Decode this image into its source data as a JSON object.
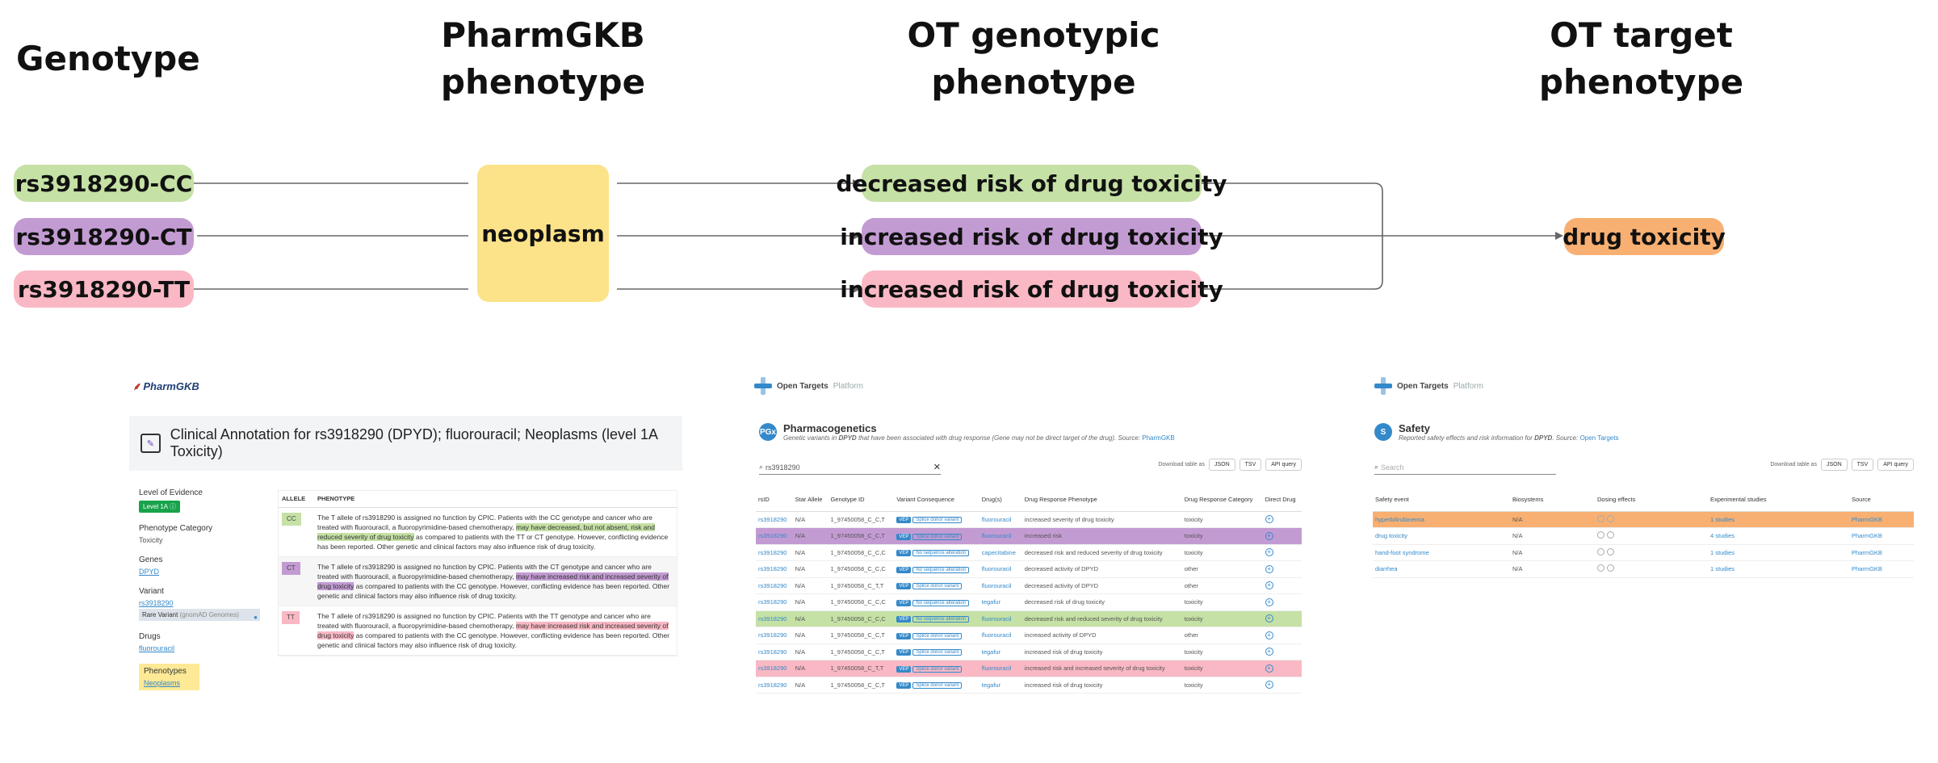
{
  "colors": {
    "green": "#c5e1a5",
    "purple": "#c39bd3",
    "pink": "#f9b8c4",
    "yellow": "#fce38a",
    "orange": "#f7b072",
    "blue": "#3489ca",
    "pharmgkb_red": "#c0392b"
  },
  "headers": {
    "genotype": "Genotype",
    "pharmgkb": [
      "PharmGKB",
      "phenotype"
    ],
    "ot_genotypic": [
      "OT genotypic",
      "phenotype"
    ],
    "ot_target": [
      "OT target",
      "phenotype"
    ]
  },
  "flow": {
    "genotypes": [
      "rs3918290-CC",
      "rs3918290-CT",
      "rs3918290-TT"
    ],
    "pharmgkb_phenotype": "neoplasm",
    "ot_genotypic": [
      "decreased risk of drug toxicity",
      "increased risk of drug toxicity",
      "increased risk of drug toxicity"
    ],
    "ot_target": "drug toxicity"
  },
  "pharmgkb_panel": {
    "logo": "PharmGKB",
    "title": "Clinical Annotation for rs3918290 (DPYD); fluorouracil; Neoplasms (level 1A Toxicity)",
    "level_label": "Level of Evidence",
    "level_value": "Level 1A",
    "category_label": "Phenotype Category",
    "category_value": "Toxicity",
    "genes_label": "Genes",
    "genes_value": "DPYD",
    "variant_label": "Variant",
    "variant_value": "rs3918290",
    "rare_variant": "Rare Variant",
    "rare_variant_note": "(gnomAD Genomes)",
    "drugs_label": "Drugs",
    "drugs_value": "fluorouracil",
    "phenotypes_label": "Phenotypes",
    "phenotypes_value": "Neoplasms",
    "table_headers": [
      "ALLELE",
      "PHENOTYPE"
    ],
    "rows": [
      {
        "allele": "CC",
        "pre": "The T allele of rs3918290 is assigned no function by CPIC. Patients with the CC genotype and cancer who are treated with fluorouracil, a fluoropyrimidine-based chemotherapy, ",
        "hl": "may have decreased, but not absent, risk and reduced severity of drug toxicity",
        "post": " as compared to patients with the TT or CT genotype. However, conflicting evidence has been reported. Other genetic and clinical factors may also influence risk of drug toxicity."
      },
      {
        "allele": "CT",
        "pre": "The T allele of rs3918290 is assigned no function by CPIC. Patients with the CT genotype and cancer who are treated with fluorouracil, a fluoropyrimidine-based chemotherapy, ",
        "hl": "may have increased risk and increased severity of drug toxicity",
        "post": " as compared to patients with the CC genotype. However, conflicting evidence has been reported. Other genetic and clinical factors may also influence risk of drug toxicity."
      },
      {
        "allele": "TT",
        "pre": "The T allele of rs3918290 is assigned no function by CPIC. Patients with the TT genotype and cancer who are treated with fluorouracil, a fluoropyrimidine-based chemotherapy, ",
        "hl": "may have increased risk and increased severity of drug toxicity",
        "post": " as compared to patients with the CC genotype. However, conflicting evidence has been reported. Other genetic and clinical factors may also influence risk of drug toxicity."
      }
    ]
  },
  "pgx_panel": {
    "logo": "Open Targets",
    "logo_suffix": "Platform",
    "badge": "PGx",
    "section": "Pharmacogenetics",
    "subtitle_pre": "Genetic variants in ",
    "subtitle_gene": "DPYD",
    "subtitle_post": " that have been associated with drug response (Gene may not be direct target of the drug). Source: ",
    "subtitle_source": "PharmGKB",
    "download_label": "Download table as",
    "buttons": [
      "JSON",
      "TSV",
      "API query"
    ],
    "search_value": "rs3918290",
    "columns": [
      "rsID",
      "Star Allele",
      "Genotype ID",
      "Variant Consequence",
      "Drug(s)",
      "Drug Response Phenotype",
      "Drug Response Category",
      "Direct Drug"
    ],
    "rows": [
      {
        "rsid": "rs3918290",
        "star": "N/A",
        "gid": "1_97450058_C_C,T",
        "vep": "VEP",
        "cons": "Splice donor variant",
        "drug": "fluorouracil",
        "phen": "increased severity of drug toxicity",
        "cat": "toxicity",
        "hl": ""
      },
      {
        "rsid": "rs3918290",
        "star": "N/A",
        "gid": "1_97450058_C_C,T",
        "vep": "VEP",
        "cons": "Splice donor variant",
        "drug": "fluorouracil",
        "phen": "increased risk",
        "cat": "toxicity",
        "hl": "purple"
      },
      {
        "rsid": "rs3918290",
        "star": "N/A",
        "gid": "1_97450058_C_C,C",
        "vep": "VEP",
        "cons": "No sequence alteration",
        "drug": "capecitabine",
        "phen": "decreased risk and reduced severity of drug toxicity",
        "cat": "toxicity",
        "hl": ""
      },
      {
        "rsid": "rs3918290",
        "star": "N/A",
        "gid": "1_97450058_C_C,C",
        "vep": "VEP",
        "cons": "No sequence alteration",
        "drug": "fluorouracil",
        "phen": "decreased activity of DPYD",
        "cat": "other",
        "hl": ""
      },
      {
        "rsid": "rs3918290",
        "star": "N/A",
        "gid": "1_97450058_C_T,T",
        "vep": "VEP",
        "cons": "Splice donor variant",
        "drug": "fluorouracil",
        "phen": "decreased activity of DPYD",
        "cat": "other",
        "hl": ""
      },
      {
        "rsid": "rs3918290",
        "star": "N/A",
        "gid": "1_97450058_C_C,C",
        "vep": "VEP",
        "cons": "No sequence alteration",
        "drug": "tegafur",
        "phen": "decreased risk of drug toxicity",
        "cat": "toxicity",
        "hl": ""
      },
      {
        "rsid": "rs3918290",
        "star": "N/A",
        "gid": "1_97450058_C_C,C",
        "vep": "VEP",
        "cons": "No sequence alteration",
        "drug": "fluorouracil",
        "phen": "decreased risk and reduced severity of drug toxicity",
        "cat": "toxicity",
        "hl": "green"
      },
      {
        "rsid": "rs3918290",
        "star": "N/A",
        "gid": "1_97450058_C_C,T",
        "vep": "VEP",
        "cons": "Splice donor variant",
        "drug": "fluorouracil",
        "phen": "increased activity of DPYD",
        "cat": "other",
        "hl": ""
      },
      {
        "rsid": "rs3918290",
        "star": "N/A",
        "gid": "1_97450058_C_C,T",
        "vep": "VEP",
        "cons": "Splice donor variant",
        "drug": "tegafur",
        "phen": "increased risk of drug toxicity",
        "cat": "toxicity",
        "hl": ""
      },
      {
        "rsid": "rs3918290",
        "star": "N/A",
        "gid": "1_97450058_C_T,T",
        "vep": "VEP",
        "cons": "Splice donor variant",
        "drug": "fluorouracil",
        "phen": "increased risk and increased severity of drug toxicity",
        "cat": "toxicity",
        "hl": "pink"
      },
      {
        "rsid": "rs3918290",
        "star": "N/A",
        "gid": "1_97450058_C_C,T",
        "vep": "VEP",
        "cons": "Splice donor variant",
        "drug": "tegafur",
        "phen": "increased risk of drug toxicity",
        "cat": "toxicity",
        "hl": ""
      }
    ]
  },
  "safety_panel": {
    "logo": "Open Targets",
    "logo_suffix": "Platform",
    "badge": "S",
    "section": "Safety",
    "subtitle_pre": "Reported safety effects and risk information for ",
    "subtitle_gene": "DPYD",
    "subtitle_post": ". Source: ",
    "subtitle_source": "Open Targets",
    "download_label": "Download table as",
    "buttons": [
      "JSON",
      "TSV",
      "API query"
    ],
    "search_placeholder": "Search",
    "columns": [
      "Safety event",
      "Biosystems",
      "Dosing effects",
      "Experimental studies",
      "Source"
    ],
    "rows": [
      {
        "event": "hyperbilirubinemia",
        "bio": "N/A",
        "studies": "1 studies",
        "src": "PharmGKB",
        "hl": "orange"
      },
      {
        "event": "drug toxicity",
        "bio": "N/A",
        "studies": "4 studies",
        "src": "PharmGKB",
        "hl": ""
      },
      {
        "event": "hand-foot syndrome",
        "bio": "N/A",
        "studies": "1 studies",
        "src": "PharmGKB",
        "hl": ""
      },
      {
        "event": "diarrhea",
        "bio": "N/A",
        "studies": "1 studies",
        "src": "PharmGKB",
        "hl": ""
      }
    ]
  }
}
